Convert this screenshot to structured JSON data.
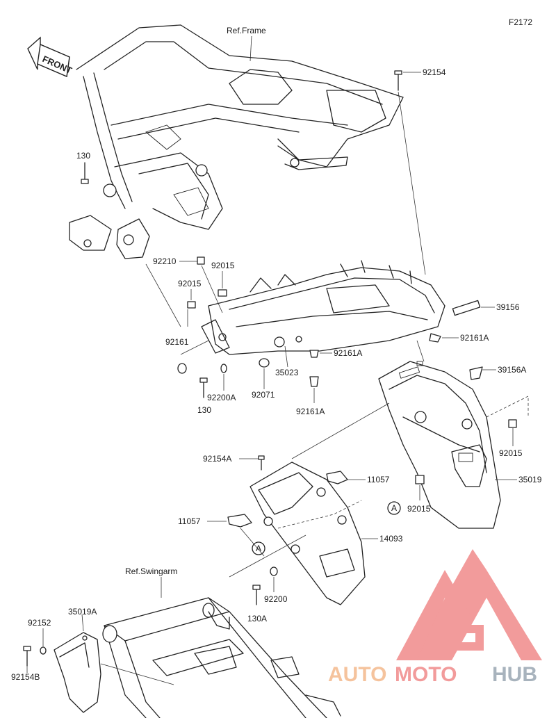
{
  "diagram_code": "F2172",
  "front_label": "FRONT",
  "references": {
    "frame": "Ref.Frame",
    "swingarm": "Ref.Swingarm"
  },
  "part_labels": {
    "p92154": "92154",
    "p130_top": "130",
    "p92210": "92210",
    "p92015_a": "92015",
    "p92015_b": "92015",
    "p39156": "39156",
    "p92161A_right": "92161A",
    "p92161": "92161",
    "p92161A_mid": "92161A",
    "p35023": "35023",
    "p39156A": "39156A",
    "p92200A": "92200A",
    "p92071": "92071",
    "p130_mid": "130",
    "p92161A_bottom": "92161A",
    "p92015_c": "92015",
    "p92154A": "92154A",
    "p11057_right": "11057",
    "p35019": "35019",
    "p92015_d": "92015",
    "p11057_left": "11057",
    "p14093": "14093",
    "p92200": "92200",
    "p130A": "130A",
    "p92152": "92152",
    "p35019A": "35019A",
    "p92154B": "92154B"
  },
  "callouts": {
    "a_right": "A",
    "a_left": "A"
  },
  "watermark": {
    "word1": "AUTO",
    "word2": "MOTO",
    "word3": "HUB",
    "color_primary": "#f4b98c",
    "color_red": "#f08a8a",
    "color_gray": "#9aa6b2"
  }
}
